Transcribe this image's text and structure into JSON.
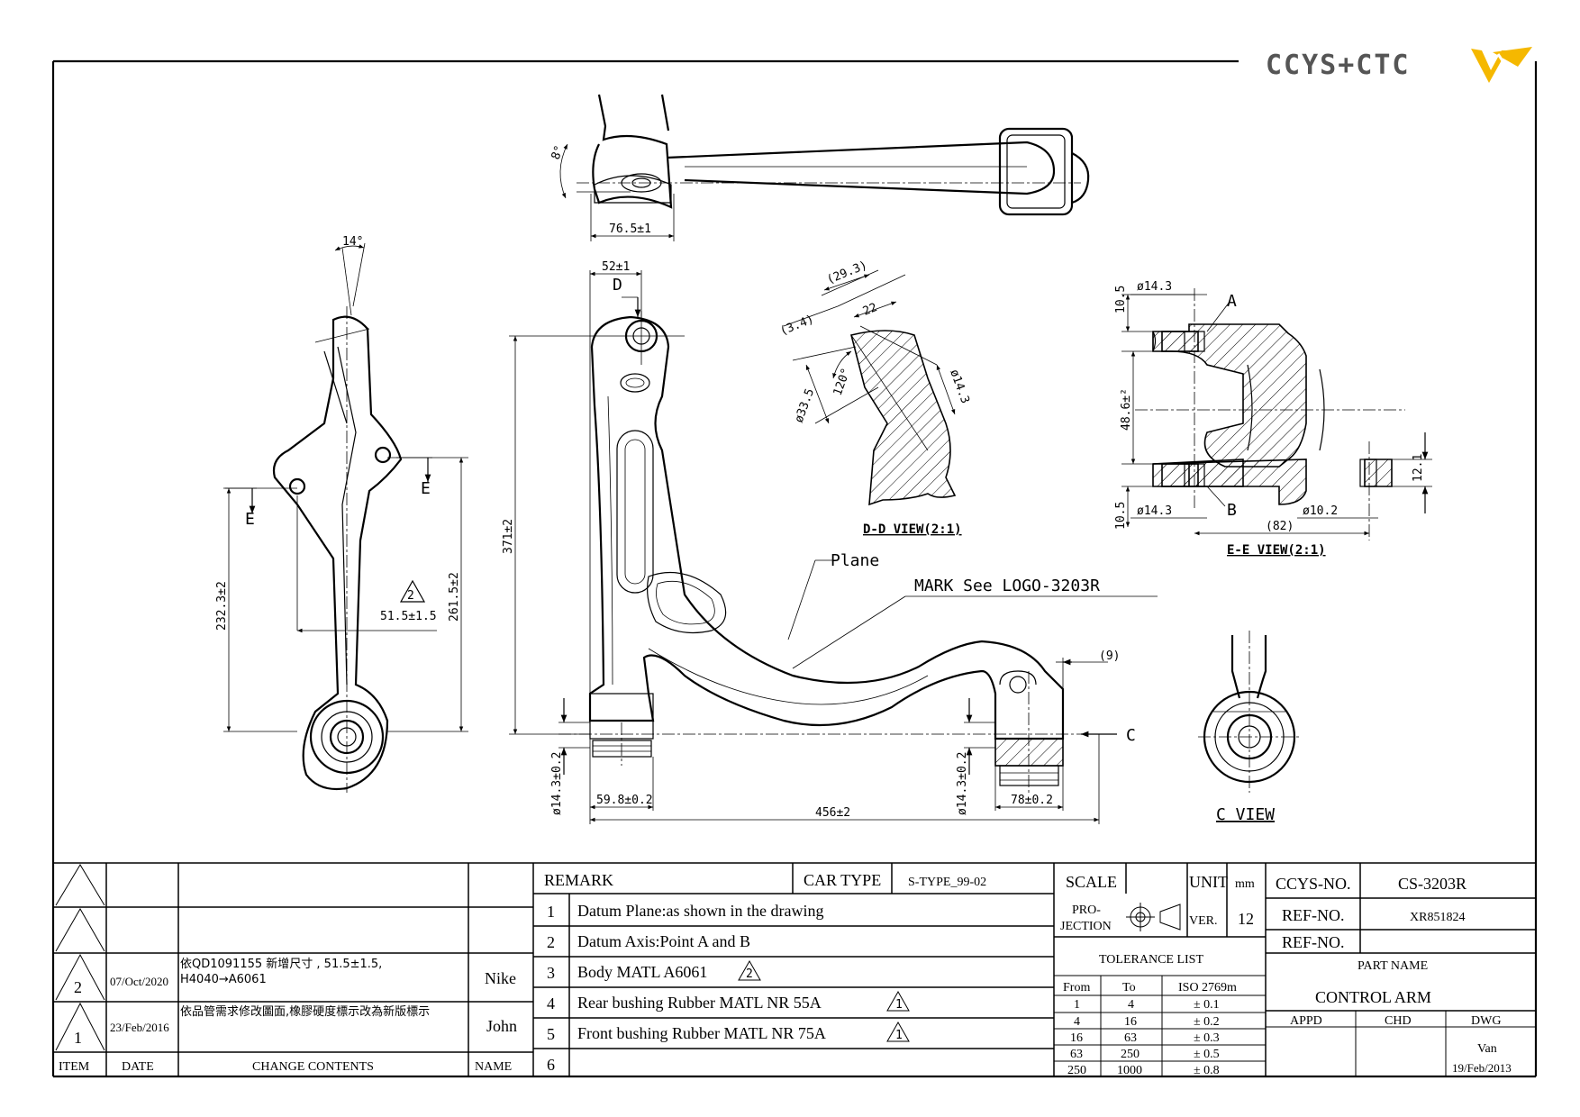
{
  "logo": {
    "text": "CCYS+CTC",
    "accent": "#f5b800",
    "text_color": "#555555"
  },
  "colors": {
    "line": "#000000",
    "paper": "#ffffff"
  },
  "dims": {
    "top_width": "76.5±1",
    "top_angle": "8°",
    "side_angle": "14°",
    "side_e1": "E",
    "side_e2": "E",
    "side_h1": "232.3±2",
    "side_h2": "261.5±2",
    "side_w": "51.5±1.5",
    "rev2": "2",
    "front_52": "52±1",
    "front_d": "D",
    "front_h": "371±2",
    "front_dia_left": "ø14.3±0.2",
    "front_dia_right": "ø14.3±0.2",
    "front_598": "59.8±0.2",
    "front_456": "456±2",
    "front_78": "78±0.2",
    "front_9": "(9)",
    "front_c": "C",
    "plane": "Plane",
    "mark": "MARK See LOGO-3203R",
    "dd_293": "(29.3)",
    "dd_22": "22",
    "dd_34": "(3.4)",
    "dd_120": "120°",
    "dd_335": "ø33.5",
    "dd_143": "ø14.3",
    "dd_title": "D-D VIEW(2:1)",
    "ee_105a": "10.5",
    "ee_143a": "ø14.3",
    "ee_a": "A",
    "ee_486": "48.6±²",
    "ee_105b": "10.5",
    "ee_143b": "ø14.3",
    "ee_b": "B",
    "ee_102": "ø10.2",
    "ee_82": "(82)",
    "ee_121": "12.1",
    "ee_title": "E-E VIEW(2:1)",
    "c_title": "C VIEW"
  },
  "titleblock": {
    "remark_label": "REMARK",
    "car_type_label": "CAR TYPE",
    "car_type": "S-TYPE_99-02",
    "remarks": [
      {
        "no": "1",
        "text": "Datum Plane:as shown in the drawing",
        "warn": false
      },
      {
        "no": "2",
        "text": "Datum Axis:Point A and B",
        "warn": false
      },
      {
        "no": "3",
        "text": "Body MATL A6061",
        "warn": true,
        "warn_no": "2"
      },
      {
        "no": "4",
        "text": "Rear bushing Rubber MATL NR 55A",
        "warn": true,
        "warn_no": "1"
      },
      {
        "no": "5",
        "text": "Front bushing Rubber MATL NR 75A",
        "warn": true,
        "warn_no": "1"
      },
      {
        "no": "6",
        "text": "",
        "warn": false
      }
    ],
    "revisions": [
      {
        "item": "",
        "date": "",
        "contents": "",
        "name": ""
      },
      {
        "item": "",
        "date": "",
        "contents": "",
        "name": ""
      },
      {
        "item": "2",
        "date": "07/Oct/2020",
        "contents": "依QD1091155  新增尺寸 , 51.5±1.5, H4040→A6061",
        "name": "Nike"
      },
      {
        "item": "1",
        "date": "23/Feb/2016",
        "contents": "依品管需求修改圖面,橡膠硬度標示改為新版標示",
        "name": "John"
      }
    ],
    "rev_headers": {
      "item": "ITEM",
      "date": "DATE",
      "contents": "CHANGE CONTENTS",
      "name": "NAME"
    },
    "scale_label": "SCALE",
    "scale": "",
    "unit_label": "UNIT",
    "unit": "mm",
    "projection_label1": "PRO-",
    "projection_label2": "JECTION",
    "ver_label": "VER.",
    "ver": "12",
    "tolerance_label": "TOLERANCE LIST",
    "tol_headers": {
      "from": "From",
      "to": "To",
      "iso": "ISO 2769m"
    },
    "tolerances": [
      {
        "from": "1",
        "to": "4",
        "tol": "± 0.1"
      },
      {
        "from": "4",
        "to": "16",
        "tol": "± 0.2"
      },
      {
        "from": "16",
        "to": "63",
        "tol": "± 0.3"
      },
      {
        "from": "63",
        "to": "250",
        "tol": "± 0.5"
      },
      {
        "from": "250",
        "to": "1000",
        "tol": "± 0.8"
      }
    ],
    "ccys_no_label": "CCYS-NO.",
    "ccys_no": "CS-3203R",
    "ref_no_label": "REF-NO.",
    "ref_no": "XR851824",
    "ref_no2_label": "REF-NO.",
    "ref_no2": "",
    "part_name_label": "PART NAME",
    "part_name": "CONTROL ARM",
    "appd_label": "APPD",
    "chd_label": "CHD",
    "dwg_label": "DWG",
    "dwg_name": "Van",
    "dwg_date": "19/Feb/2013"
  }
}
